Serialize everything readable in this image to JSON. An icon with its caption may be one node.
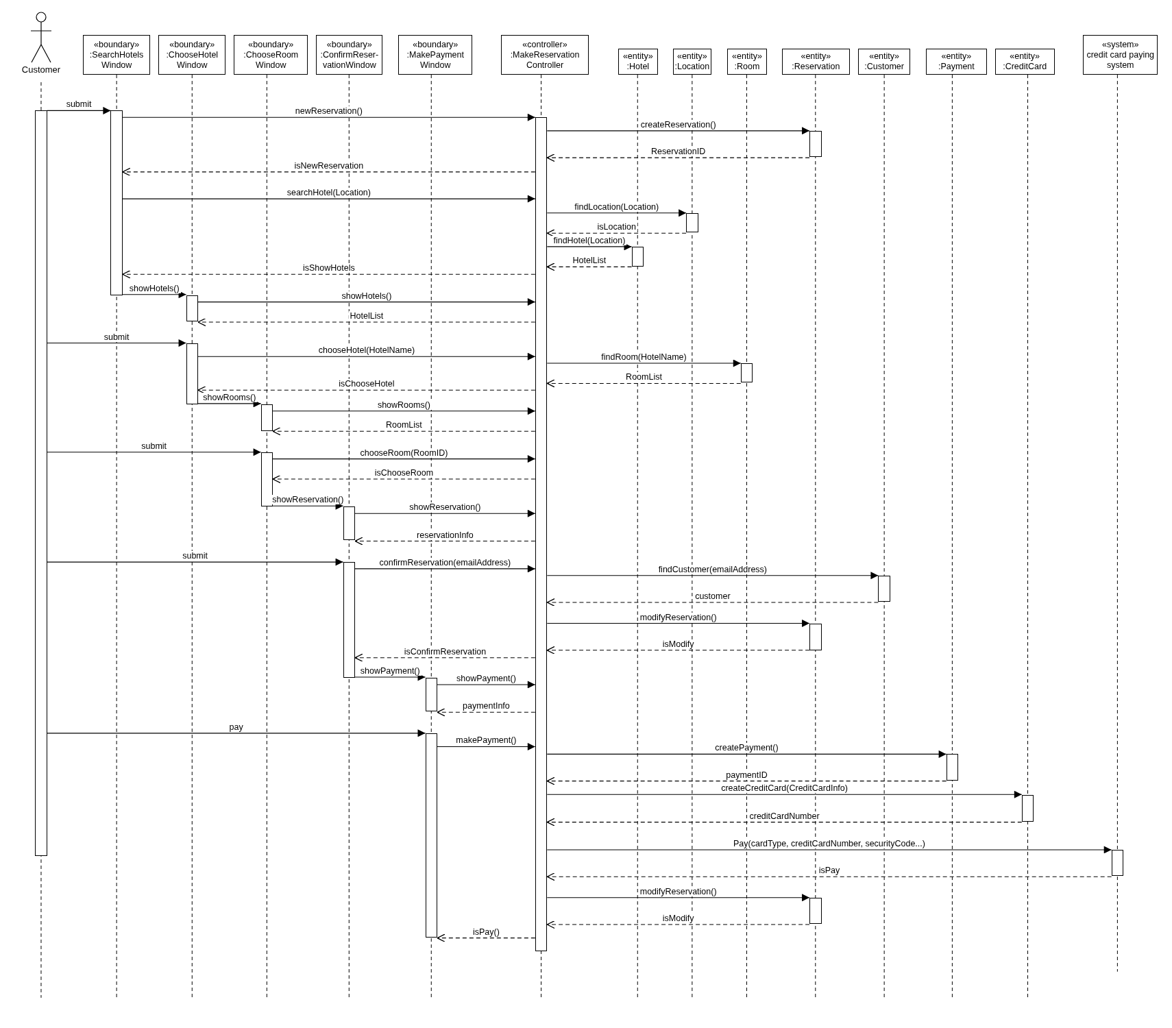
{
  "diagram": {
    "nodes": [
      {
        "text": [
          "Customer"
        ]
      },
      {
        "text": [
          "«boundary»",
          ":SearchHotels Window"
        ]
      },
      {
        "text": [
          "«boundary»",
          ":ChooseHotel Window"
        ]
      },
      {
        "text": [
          "«boundary»",
          ":ChooseRoom Window"
        ]
      },
      {
        "text": [
          "«boundary»",
          ":ConfirmReser-vationWindow"
        ]
      },
      {
        "text": [
          "«boundary»",
          ":MakePayment Window"
        ]
      },
      {
        "text": [
          "«controller»",
          ":MakeReservation Controller"
        ]
      },
      {
        "text": [
          "«entity»",
          ":Hotel"
        ]
      },
      {
        "text": [
          "«entity»",
          ":Location"
        ]
      },
      {
        "text": [
          "«entity»",
          ":Room"
        ]
      },
      {
        "text": [
          "«entity»",
          ":Reservation"
        ]
      },
      {
        "text": [
          "«entity»",
          ":Customer"
        ]
      },
      {
        "text": [
          "«entity»",
          ":Payment"
        ]
      },
      {
        "text": [
          "«entity»",
          ":CreditCard"
        ]
      },
      {
        "text": [
          "«system»",
          "credit card paying system"
        ]
      },
      {
        "text": [],
        "shape": "bar"
      },
      {
        "text": [],
        "shape": "bar"
      },
      {
        "text": [],
        "shape": "bar"
      },
      {
        "text": [],
        "shape": "bar"
      },
      {
        "text": [],
        "shape": "bar"
      },
      {
        "text": [],
        "shape": "bar"
      },
      {
        "text": [],
        "shape": "bar"
      },
      {
        "text": [],
        "shape": "bar"
      },
      {
        "text": [],
        "shape": "bar"
      },
      {
        "text": [],
        "shape": "bar"
      },
      {
        "text": [],
        "shape": "bar"
      },
      {
        "text": [],
        "shape": "bar"
      },
      {
        "text": [],
        "shape": "bar"
      },
      {
        "text": [],
        "shape": "bar"
      },
      {
        "text": [],
        "shape": "bar"
      },
      {
        "text": [],
        "shape": "bar"
      },
      {
        "text": [],
        "shape": "bar"
      },
      {
        "text": [],
        "shape": "bar"
      },
      {
        "text": [],
        "shape": "bar"
      },
      {
        "text": [],
        "shape": "bar"
      },
      {
        "text": [],
        "shape": "bar"
      }
    ],
    "edges": [
      {
        "from": 15,
        "to": 16,
        "arrow": "to",
        "label": "submit"
      },
      {
        "from": 16,
        "to": 17,
        "arrow": "to",
        "label": "newReservation()"
      },
      {
        "from": 17,
        "to": 18,
        "arrow": "to",
        "label": "createReservation()"
      },
      {
        "from": 18,
        "to": 17,
        "arrow": "to",
        "label": "ReservationID",
        "style": "dashed"
      },
      {
        "from": 17,
        "to": 16,
        "arrow": "to",
        "label": "isNewReservation",
        "style": "dashed"
      },
      {
        "from": 16,
        "to": 17,
        "arrow": "to",
        "label": "searchHotel(Location)"
      },
      {
        "from": 17,
        "to": 19,
        "arrow": "to",
        "label": "findLocation(Location)"
      },
      {
        "from": 19,
        "to": 17,
        "arrow": "to",
        "label": "isLocation",
        "style": "dashed"
      },
      {
        "from": 17,
        "to": 20,
        "arrow": "to",
        "label": "findHotel(Location)"
      },
      {
        "from": 20,
        "to": 17,
        "arrow": "to",
        "label": "HotelList",
        "style": "dashed"
      },
      {
        "from": 17,
        "to": 16,
        "arrow": "to",
        "label": "isShowHotels",
        "style": "dashed"
      },
      {
        "from": 16,
        "to": 21,
        "arrow": "to",
        "label": "showHotels()"
      },
      {
        "from": 21,
        "to": 17,
        "arrow": "to",
        "label": "showHotels()"
      },
      {
        "from": 17,
        "to": 21,
        "arrow": "to",
        "label": "HotelList",
        "style": "dashed"
      },
      {
        "from": 15,
        "to": 22,
        "arrow": "to",
        "label": "submit"
      },
      {
        "from": 22,
        "to": 17,
        "arrow": "to",
        "label": "chooseHotel(HotelName)"
      },
      {
        "from": 17,
        "to": 23,
        "arrow": "to",
        "label": "findRoom(HotelName)"
      },
      {
        "from": 23,
        "to": 17,
        "arrow": "to",
        "label": "RoomList",
        "style": "dashed"
      },
      {
        "from": 17,
        "to": 22,
        "arrow": "to",
        "label": "isChooseHotel",
        "style": "dashed"
      },
      {
        "from": 22,
        "to": 24,
        "arrow": "to",
        "label": "showRooms()"
      },
      {
        "from": 24,
        "to": 17,
        "arrow": "to",
        "label": "showRooms()"
      },
      {
        "from": 17,
        "to": 24,
        "arrow": "to",
        "label": "RoomList",
        "style": "dashed"
      },
      {
        "from": 15,
        "to": 25,
        "arrow": "to",
        "label": "submit"
      },
      {
        "from": 25,
        "to": 17,
        "arrow": "to",
        "label": "chooseRoom(RoomID)"
      },
      {
        "from": 17,
        "to": 25,
        "arrow": "to",
        "label": "isChooseRoom",
        "style": "dashed"
      },
      {
        "from": 25,
        "to": 26,
        "arrow": "to",
        "label": "showReservation()"
      },
      {
        "from": 26,
        "to": 17,
        "arrow": "to",
        "label": "showReservation()"
      },
      {
        "from": 17,
        "to": 26,
        "arrow": "to",
        "label": "reservationInfo",
        "style": "dashed"
      },
      {
        "from": 15,
        "to": 27,
        "arrow": "to",
        "label": "submit"
      },
      {
        "from": 27,
        "to": 17,
        "arrow": "to",
        "label": "confirmReservation(emailAddress)"
      },
      {
        "from": 17,
        "to": 28,
        "arrow": "to",
        "label": "findCustomer(emailAddress)"
      },
      {
        "from": 28,
        "to": 17,
        "arrow": "to",
        "label": "customer",
        "style": "dashed"
      },
      {
        "from": 17,
        "to": 29,
        "arrow": "to",
        "label": "modifyReservation()"
      },
      {
        "from": 29,
        "to": 17,
        "arrow": "to",
        "label": "isModify",
        "style": "dashed"
      },
      {
        "from": 17,
        "to": 27,
        "arrow": "to",
        "label": "isConfirmReservation",
        "style": "dashed"
      },
      {
        "from": 27,
        "to": 30,
        "arrow": "to",
        "label": "showPayment()"
      },
      {
        "from": 30,
        "to": 17,
        "arrow": "to",
        "label": "showPayment()"
      },
      {
        "from": 17,
        "to": 30,
        "arrow": "to",
        "label": "paymentInfo",
        "style": "dashed"
      },
      {
        "from": 15,
        "to": 31,
        "arrow": "to",
        "label": "pay"
      },
      {
        "from": 31,
        "to": 17,
        "arrow": "to",
        "label": "makePayment()"
      },
      {
        "from": 17,
        "to": 32,
        "arrow": "to",
        "label": "createPayment()"
      },
      {
        "from": 32,
        "to": 17,
        "arrow": "to",
        "label": "paymentID",
        "style": "dashed"
      },
      {
        "from": 17,
        "to": 33,
        "arrow": "to",
        "label": "createCreditCard(CreditCardInfo)"
      },
      {
        "from": 33,
        "to": 17,
        "arrow": "to",
        "label": "creditCardNumber",
        "style": "dashed"
      },
      {
        "from": 17,
        "to": 34,
        "arrow": "to",
        "label": "Pay(cardType, creditCardNumber, securityCode...)"
      },
      {
        "from": 34,
        "to": 17,
        "arrow": "to",
        "label": "isPay",
        "style": "dashed"
      },
      {
        "from": 17,
        "to": 35,
        "arrow": "to",
        "label": "modifyReservation()"
      },
      {
        "from": 35,
        "to": 17,
        "arrow": "to",
        "label": "isModify",
        "style": "dashed"
      },
      {
        "from": 17,
        "to": 31,
        "arrow": "to",
        "label": "isPay()",
        "style": "dashed"
      }
    ]
  }
}
